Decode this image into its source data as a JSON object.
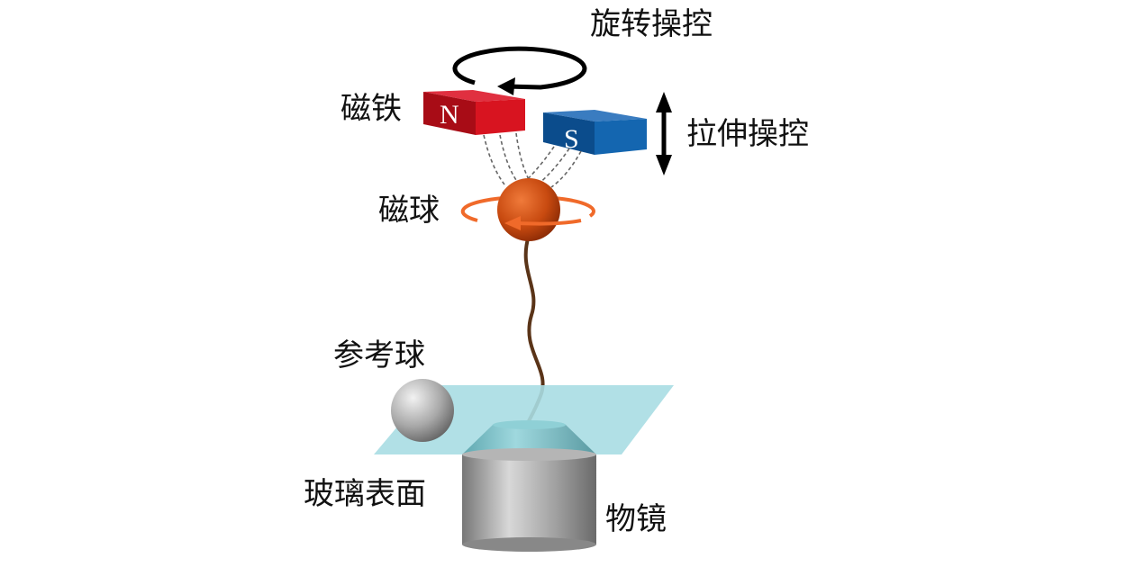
{
  "labels": {
    "rotation_control": "旋转操控",
    "magnets": "磁铁",
    "stretch_control": "拉伸操控",
    "magnetic_bead": "磁球",
    "reference_bead": "参考球",
    "glass_surface": "玻璃表面",
    "objective": "物镜"
  },
  "magnet_poles": {
    "north": "N",
    "south": "S"
  },
  "colors": {
    "north_magnet": "#c8101a",
    "south_magnet": "#0e5aa0",
    "bead": "#c84a10",
    "ring": "#f06a2a",
    "glass": "#a9dde3",
    "objective_body": "#a8a8a8",
    "objective_tip": "#7fc4cc"
  }
}
